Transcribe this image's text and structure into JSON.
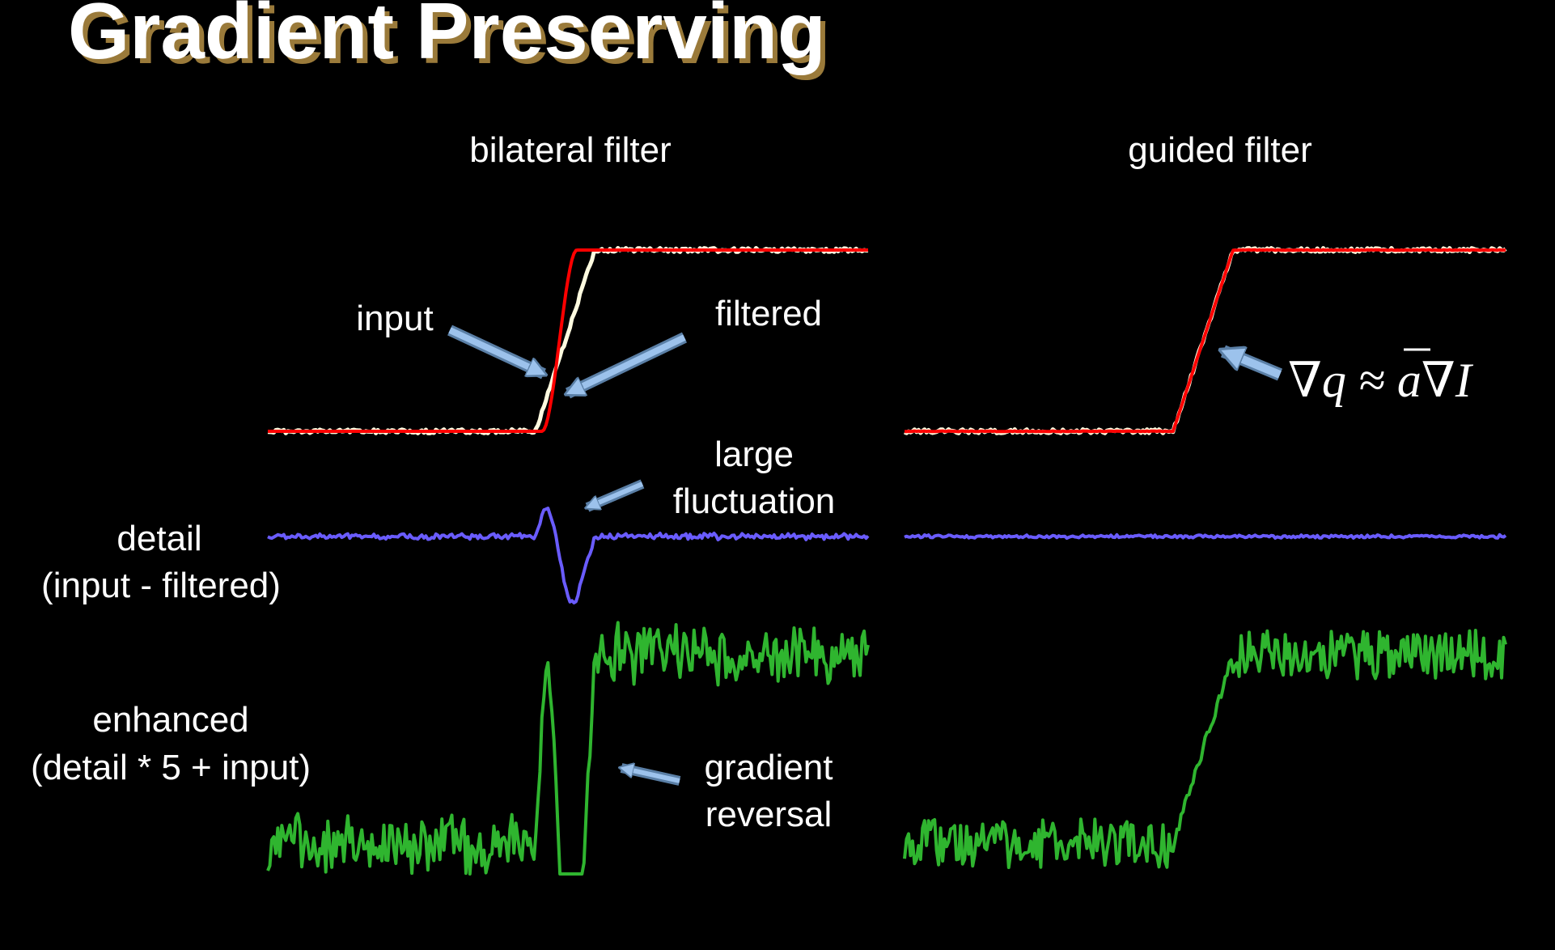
{
  "title": "Gradient Preserving",
  "columns": {
    "left": "bilateral filter",
    "right": "guided filter"
  },
  "labels": {
    "input": "input",
    "filtered": "filtered",
    "large": "large",
    "fluctuation": "fluctuation",
    "detail": "detail",
    "detail_formula": "(input - filtered)",
    "enhanced": "enhanced",
    "enhanced_formula": "(detail * 5 + input)",
    "gradient": "gradient",
    "reversal": "reversal",
    "guided_formula": "∇q ≈ a∇I"
  },
  "colors": {
    "input": "#fffbe0",
    "filtered": "#ff0000",
    "detail": "#6a5cff",
    "enhanced": "#2fb52f",
    "arrow_fill": "#9cc2ec",
    "arrow_stroke": "#5a7fa6",
    "title_shadow": "#9a7a3a"
  }
}
